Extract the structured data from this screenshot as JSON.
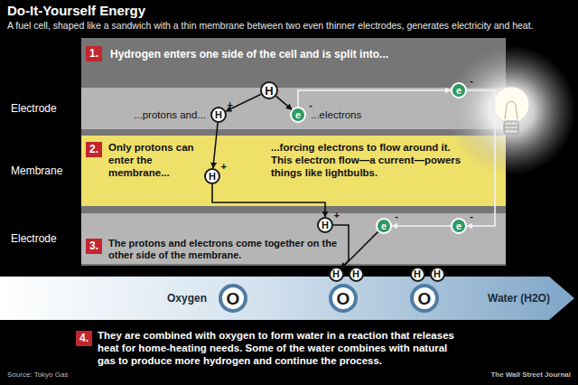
{
  "diagram": {
    "title": "Do-It-Yourself Energy",
    "caption": "A fuel cell, shaped like a sandwich with a thin membrane between two even thinner electrodes, generates electricity and heat.",
    "nodes": [
      {
        "text": [
          "Electrode"
        ]
      },
      {
        "text": [
          "Membrane"
        ]
      },
      {
        "text": [
          "Electrode"
        ]
      },
      {
        "text": [
          "H"
        ],
        "in": 0
      },
      {
        "text": [
          "H",
          "+"
        ],
        "in": 0
      },
      {
        "text": [
          "e",
          "-"
        ],
        "in": 0
      },
      {
        "text": [
          "H",
          "+"
        ],
        "in": 1
      },
      {
        "text": [
          "e",
          "-"
        ]
      },
      {
        "text": [
          "e",
          "-"
        ]
      },
      {
        "text": [
          "H",
          "+"
        ],
        "in": 2
      },
      {
        "text": [
          "e",
          "-"
        ],
        "in": 2
      },
      {
        "text": [
          "O"
        ]
      },
      {
        "text": [
          "H"
        ]
      },
      {
        "text": [
          "H"
        ]
      },
      {
        "text": [
          "O"
        ]
      },
      {
        "text": [
          "H"
        ]
      },
      {
        "text": [
          "H"
        ]
      },
      {
        "text": [
          "O"
        ]
      }
    ],
    "edges": [
      {
        "from": 3,
        "to": 4,
        "arrow": "to"
      },
      {
        "from": 3,
        "to": 5,
        "arrow": "to"
      },
      {
        "from": 4,
        "to": 6,
        "arrow": "to"
      },
      {
        "from": 6,
        "to": 9,
        "arrow": "to"
      },
      {
        "from": 5,
        "to": 7,
        "arrow": "to"
      },
      {
        "from": 7,
        "to": 8,
        "arrow": "to"
      },
      {
        "from": 8,
        "to": 10,
        "arrow": "to"
      },
      {
        "from": 9,
        "to": 12,
        "arrow": "to"
      },
      {
        "from": 10,
        "to": 12,
        "arrow": "to"
      }
    ],
    "labels": [
      "1.",
      "Hydrogen enters one side of the cell and is split into...",
      "...protons and...",
      "...electrons",
      "2.",
      "Only protons can enter the membrane...",
      "...forcing electrons to flow around it. This electron flow—a current—powers things like lightbulbs.",
      "3.",
      "The protons and electrons come together on the other side of the membrane.",
      "Oxygen",
      "Water (H2O)",
      "4.",
      "They are combined with oxygen to form water in a reaction that releases heat for home-heating needs. Some of the water combines with natural gas to produce more hydrogen and continue the process.",
      "Source: Tokyo Gas",
      "The Wall Street Journal"
    ]
  }
}
